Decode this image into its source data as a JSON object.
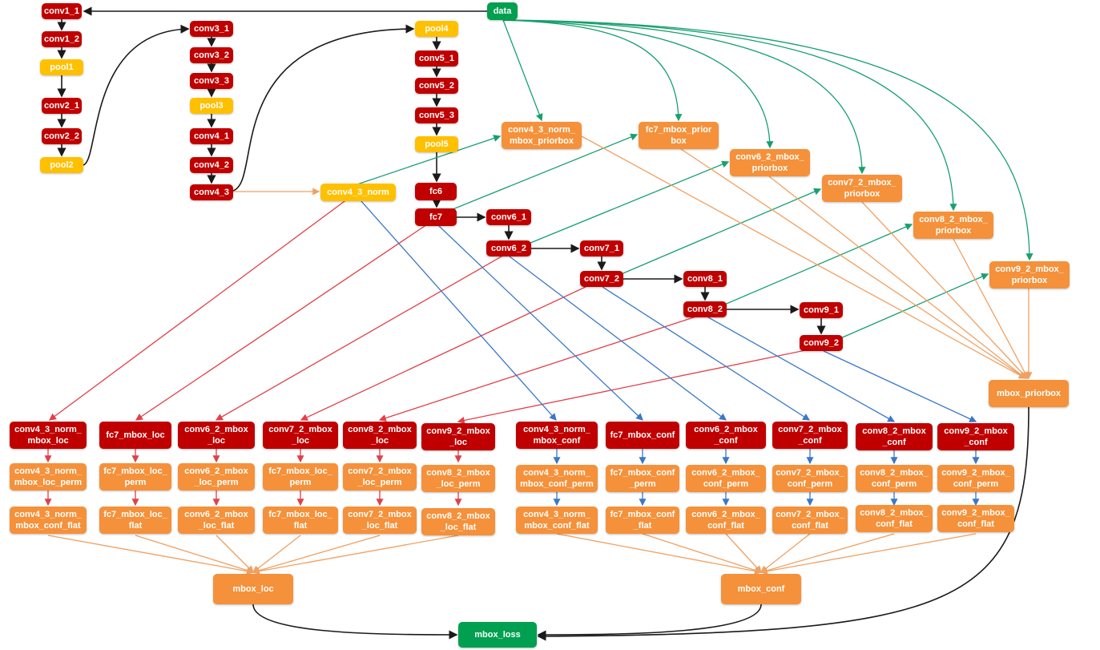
{
  "colors": {
    "layer": "#c00000",
    "pool": "#ffc000",
    "aux": "#f5913a",
    "io": "#00a050",
    "edge_main": "#1a1a1a",
    "edge_prior": "#17a06e",
    "edge_loc": "#e0404a",
    "edge_conf": "#3a78c8",
    "edge_aux": "#f0a060"
  },
  "nodes": {
    "data": "data",
    "conv1_1": "conv1_1",
    "conv1_2": "conv1_2",
    "pool1": "pool1",
    "conv2_1": "conv2_1",
    "conv2_2": "conv2_2",
    "pool2": "pool2",
    "conv3_1": "conv3_1",
    "conv3_2": "conv3_2",
    "conv3_3": "conv3_3",
    "pool3": "pool3",
    "conv4_1": "conv4_1",
    "conv4_2": "conv4_2",
    "conv4_3": "conv4_3",
    "conv4_3_norm": "conv4_3_norm",
    "pool4": "pool4",
    "conv5_1": "conv5_1",
    "conv5_2": "conv5_2",
    "conv5_3": "conv5_3",
    "pool5": "pool5",
    "fc6": "fc6",
    "fc7": "fc7",
    "conv6_1": "conv6_1",
    "conv6_2": "conv6_2",
    "conv7_1": "conv7_1",
    "conv7_2": "conv7_2",
    "conv8_1": "conv8_1",
    "conv8_2": "conv8_2",
    "conv9_1": "conv9_1",
    "conv9_2": "conv9_2",
    "p_conv4": "conv4_3_norm_\nmbox_priorbox",
    "p_fc7": "fc7_mbox_prior\nbox",
    "p_conv6": "conv6_2_mbox_\npriorbox",
    "p_conv7": "conv7_2_mbox_\npriorbox",
    "p_conv8": "conv8_2_mbox_\npriorbox",
    "p_conv9": "conv9_2_mbox_\npriorbox",
    "mbox_priorbox": "mbox_priorbox",
    "l1_conv4": "conv4_3_norm_\nmbox_loc",
    "l1_fc7": "fc7_mbox_loc",
    "l1_conv6": "conv6_2_mbox\n_loc",
    "l1_conv7": "conv7_2_mbox\n_loc",
    "l1_conv8": "conv8_2_mbox\n_loc",
    "l1_conv9": "conv9_2_mbox\n_loc",
    "l2_conv4": "conv4_3_norm_\nmbox_loc_perm",
    "l2_fc7": "fc7_mbox_loc_\nperm",
    "l2_conv6": "conv6_2_mbox\n_loc_perm",
    "l2_conv7": "fc7_mbox_loc_\nperm",
    "l2_conv8": "conv7_2_mbox\n_loc_perm",
    "l2_conv9": "conv8_2_mbox\n_loc_perm",
    "l3_conv4": "conv4_3_norm_\nmbox_conf_flat",
    "l3_fc7": "fc7_mbox_loc_\nflat",
    "l3_conv6": "conv6_2_mbox\n_loc_flat",
    "l3_conv7": "fc7_mbox_loc_\nflat",
    "l3_conv8": "conv7_2_mbox\n_loc_flat",
    "l3_conv9": "conv8_2_mbox\n_loc_flat",
    "c1_conv4": "conv4_3_norm_\nmbox_conf",
    "c1_fc7": "fc7_mbox_conf",
    "c1_conv6": "conv6_2_mbox\n_conf",
    "c1_conv7": "conv7_2_mbox\n_conf",
    "c1_conv8": "conv8_2_mbox\n_conf",
    "c1_conv9": "conv9_2_mbox\n_conf",
    "c2_conv4": "conv4_3_norm_\nmbox_conf_perm",
    "c2_fc7": "fc7_mbox_conf\n_perm",
    "c2_conv6": "conv6_2_mbox_\nconf_perm",
    "c2_conv7": "conv7_2_mbox_\nconf_perm",
    "c2_conv8": "conv8_2_mbox_\nconf_perm",
    "c2_conv9": "conv9_2_mbox_\nconf_perm",
    "c3_conv4": "conv4_3_norm_\nmbox_conf_flat",
    "c3_fc7": "fc7_mbox_conf\n_flat",
    "c3_conv6": "conv6_2_mbox_\nconf_flat",
    "c3_conv7": "conv7_2_mbox_\nconf_flat",
    "c3_conv8": "conv8_2_mbox_\nconf_flat",
    "c3_conv9": "conv9_2_mbox_\nconf_flat",
    "mbox_loc": "mbox_loc",
    "mbox_conf": "mbox_conf",
    "mbox_loss": "mbox_loss"
  }
}
